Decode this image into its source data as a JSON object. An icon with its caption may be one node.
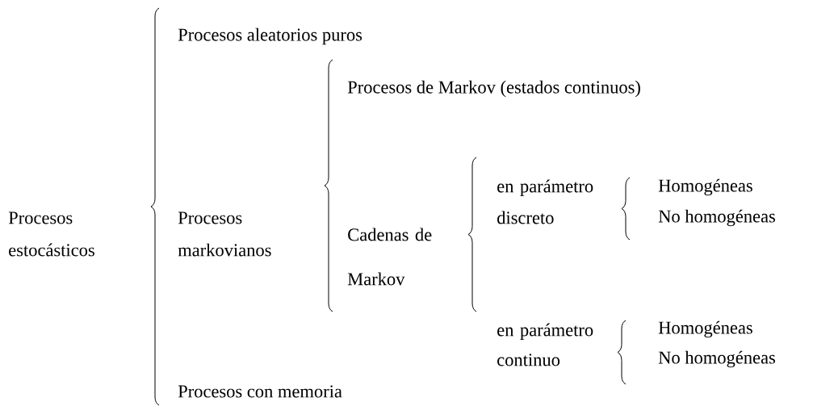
{
  "diagram": {
    "nodes": [
      {
        "text": [
          "Procesos estocásticos"
        ]
      },
      {
        "text": [
          "Procesos aleatorios puros"
        ]
      },
      {
        "text": [
          "Procesos markovianos"
        ]
      },
      {
        "text": [
          "Procesos con memoria"
        ]
      },
      {
        "text": [
          "Procesos de Markov (estados continuos)"
        ]
      },
      {
        "text": [
          "Cadenas de Markov"
        ]
      },
      {
        "text": [
          "en parámetro discreto"
        ]
      },
      {
        "text": [
          "en parámetro continuo"
        ]
      },
      {
        "text": [
          "Homogéneas"
        ]
      },
      {
        "text": [
          "No homogéneas"
        ]
      },
      {
        "text": [
          "Homogéneas"
        ]
      },
      {
        "text": [
          "No homogéneas"
        ]
      }
    ]
  }
}
